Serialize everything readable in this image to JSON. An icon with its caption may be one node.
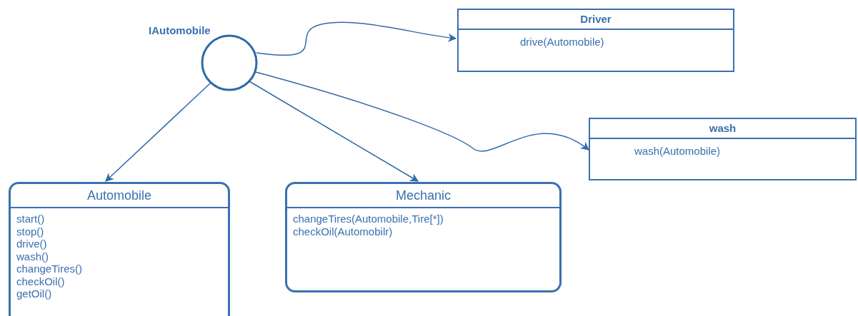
{
  "diagram": {
    "nodes": [
      {
        "text": [
          "IAutomobile"
        ]
      },
      {
        "text": [
          "Driver",
          "drive(Automobile)"
        ]
      },
      {
        "text": [
          "wash",
          "wash(Automobile)"
        ]
      },
      {
        "text": [
          "Automobile",
          "start()",
          "stop()",
          "drive()",
          "wash()",
          "changeTires()",
          "checkOil()",
          "getOil()"
        ]
      },
      {
        "text": [
          "Mechanic",
          "changeTires(Automobile,Tire[*])",
          "checkOil(Automobilr)"
        ]
      }
    ],
    "edges": [
      {
        "from": 0,
        "to": 1,
        "arrow": "to"
      },
      {
        "from": 0,
        "to": 2,
        "arrow": "to"
      },
      {
        "from": 0,
        "to": 3,
        "arrow": "to"
      },
      {
        "from": 0,
        "to": 4,
        "arrow": "to"
      }
    ]
  }
}
